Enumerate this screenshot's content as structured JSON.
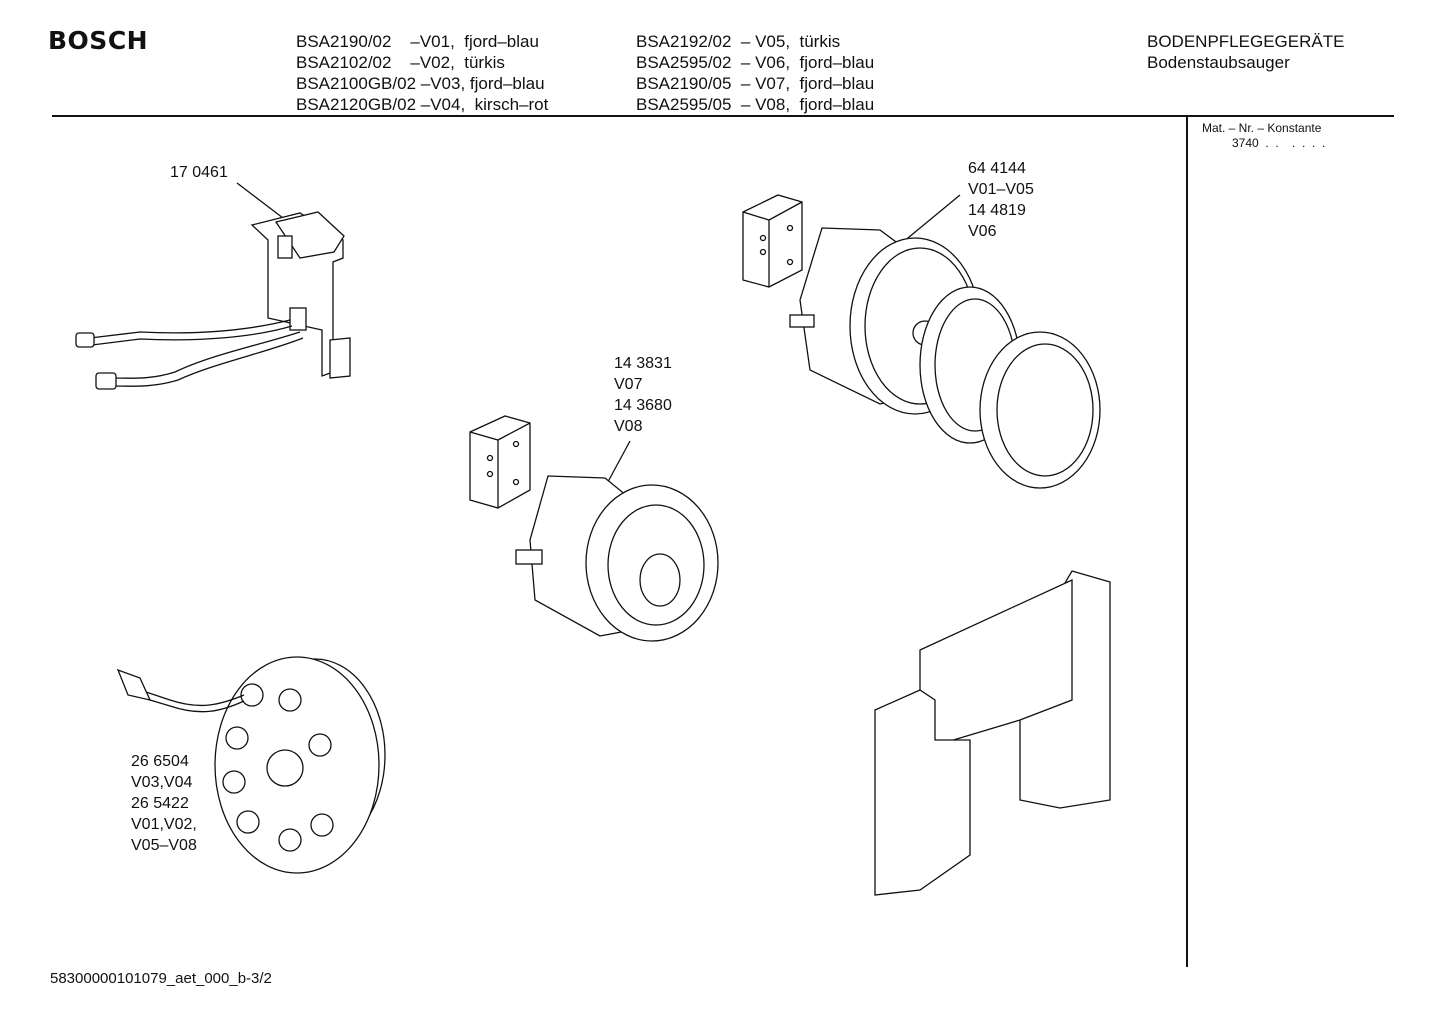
{
  "header": {
    "brand": "BOSCH",
    "models_left": [
      "BSA2190/02    –V01,  fjord–blau",
      "BSA2102/02    –V02,  türkis",
      "BSA2100GB/02 –V03, fjord–blau",
      "BSA2120GB/02 –V04,  kirsch–rot"
    ],
    "models_right": [
      "BSA2192/02  – V05,  türkis",
      "BSA2595/02  – V06,  fjord–blau",
      "BSA2190/05  – V07,  fjord–blau",
      "BSA2595/05  – V08,  fjord–blau"
    ],
    "category": "BODENPFLEGEGERÄTE",
    "subcategory": "Bodenstaubsauger"
  },
  "side_panel": {
    "mat_label": "Mat. – Nr. – Konstante",
    "mat_value": "3740  .  .    .  .  .  ."
  },
  "parts": {
    "switch": {
      "lines": [
        "17 0461"
      ]
    },
    "motor_large": {
      "lines": [
        "64 4144",
        "V01–V05",
        "14 4819",
        "V06"
      ]
    },
    "motor_small": {
      "lines": [
        "14 3831",
        "V07",
        "14 3680",
        "V08"
      ]
    },
    "cable_reel": {
      "lines": [
        "26 6504",
        "V03,V04",
        "26 5422",
        "V01,V02,",
        "V05–V08"
      ]
    }
  },
  "footer": {
    "doc_id": "58300000101079_aet_000_b-3/2"
  }
}
